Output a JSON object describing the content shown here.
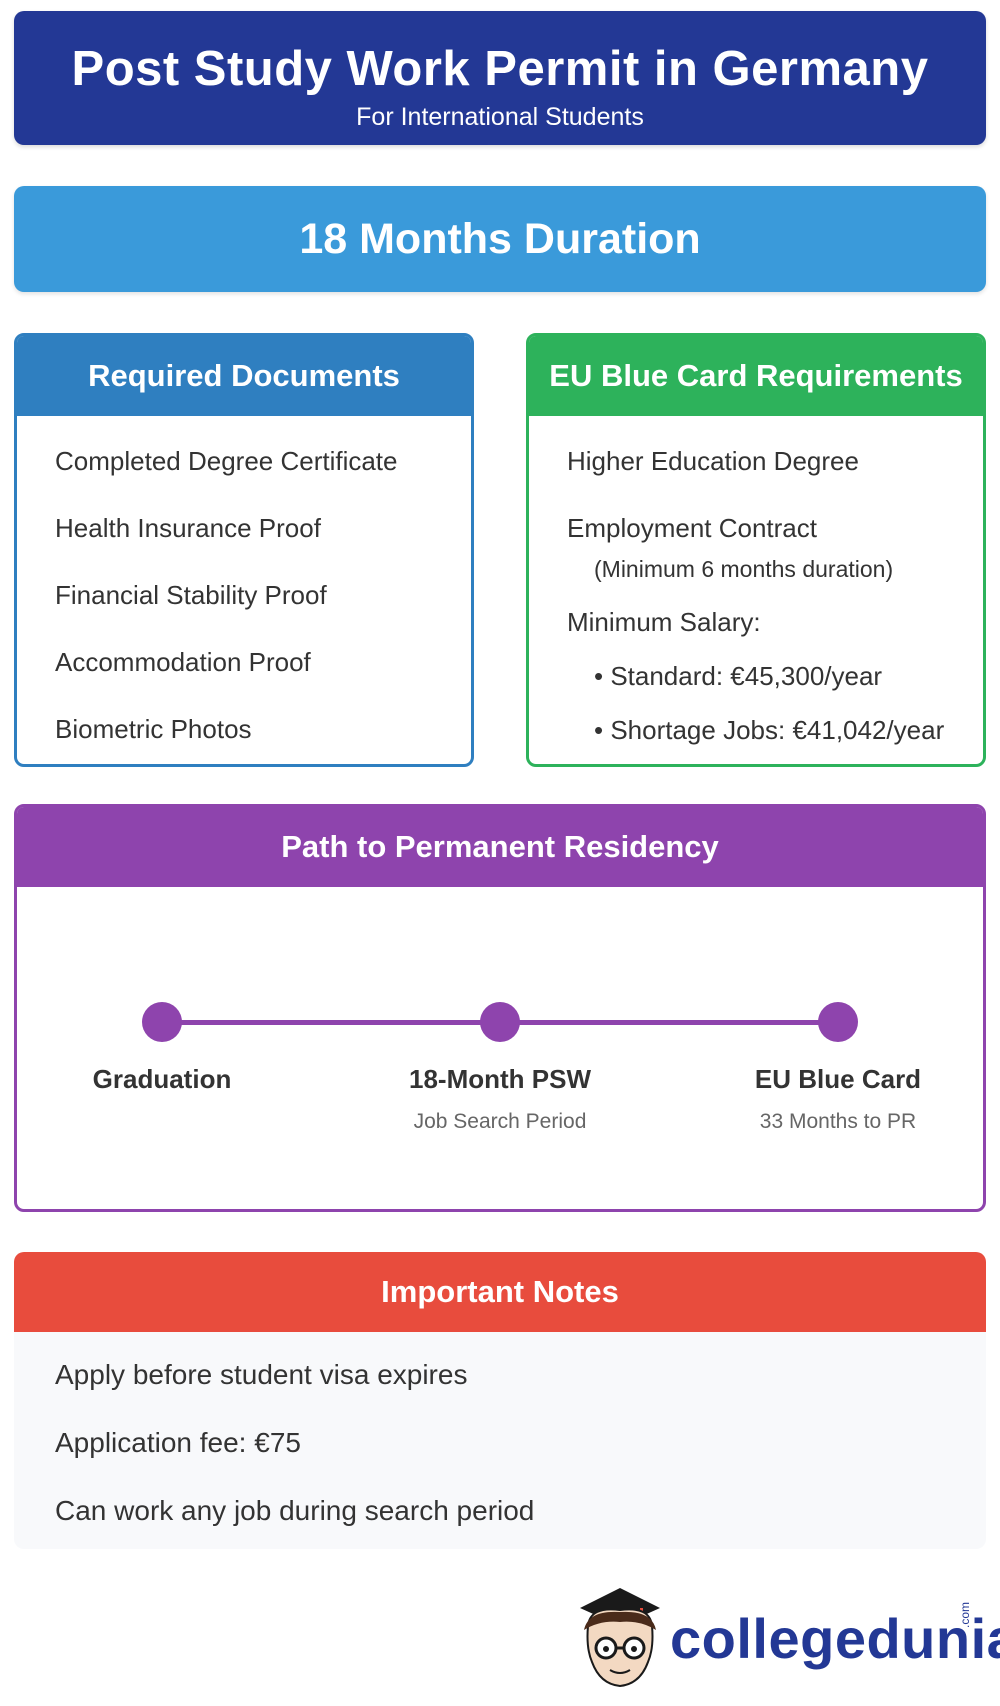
{
  "header": {
    "title": "Post Study Work Permit in Germany",
    "subtitle": "For International Students"
  },
  "duration": "18 Months Duration",
  "documents": {
    "title": "Required Documents",
    "items": [
      "Completed Degree Certificate",
      "Health Insurance Proof",
      "Financial Stability Proof",
      "Accommodation Proof",
      "Biometric Photos"
    ]
  },
  "blue_card": {
    "title": "EU Blue Card Requirements",
    "degree": "Higher Education Degree",
    "contract": "Employment Contract",
    "contract_note": "(Minimum 6 months duration)",
    "salary_label": "Minimum Salary:",
    "salary_standard": "• Standard: €45,300/year",
    "salary_shortage": "• Shortage Jobs: €41,042/year"
  },
  "path": {
    "title": "Path to Permanent Residency",
    "stages": [
      {
        "title": "Graduation",
        "sub": ""
      },
      {
        "title": "18-Month PSW",
        "sub": "Job Search Period"
      },
      {
        "title": "EU Blue Card",
        "sub": "33 Months to PR"
      }
    ]
  },
  "notes": {
    "title": "Important Notes",
    "items": [
      "Apply before student visa expires",
      "Application fee: €75",
      "Can work any job during search period"
    ]
  },
  "brand": {
    "name": "collegedunia",
    "suffix": ".com",
    "colors": {
      "primary": "#233895",
      "accent": "#e84c3d"
    }
  }
}
